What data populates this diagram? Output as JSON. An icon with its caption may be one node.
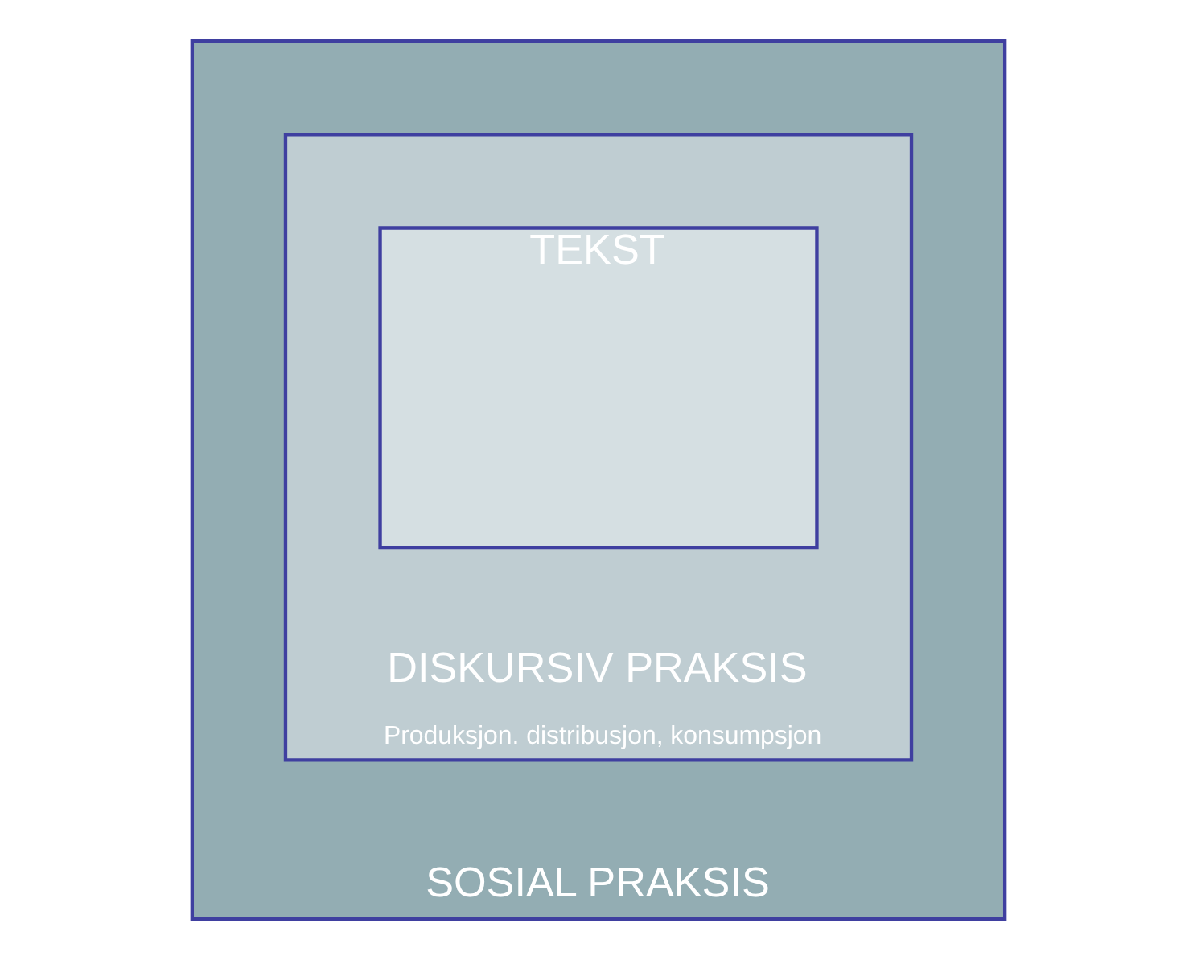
{
  "diagram": {
    "nodes": [
      {
        "text": [
          "SOSIAL PRAKSIS"
        ]
      },
      {
        "text": [
          "DISKURSIV PRAKSIS",
          "Produksjon. distribusjon, konsumpsjon"
        ],
        "in": 0
      },
      {
        "text": [
          "TEKST"
        ],
        "in": 1
      }
    ],
    "edges": []
  }
}
